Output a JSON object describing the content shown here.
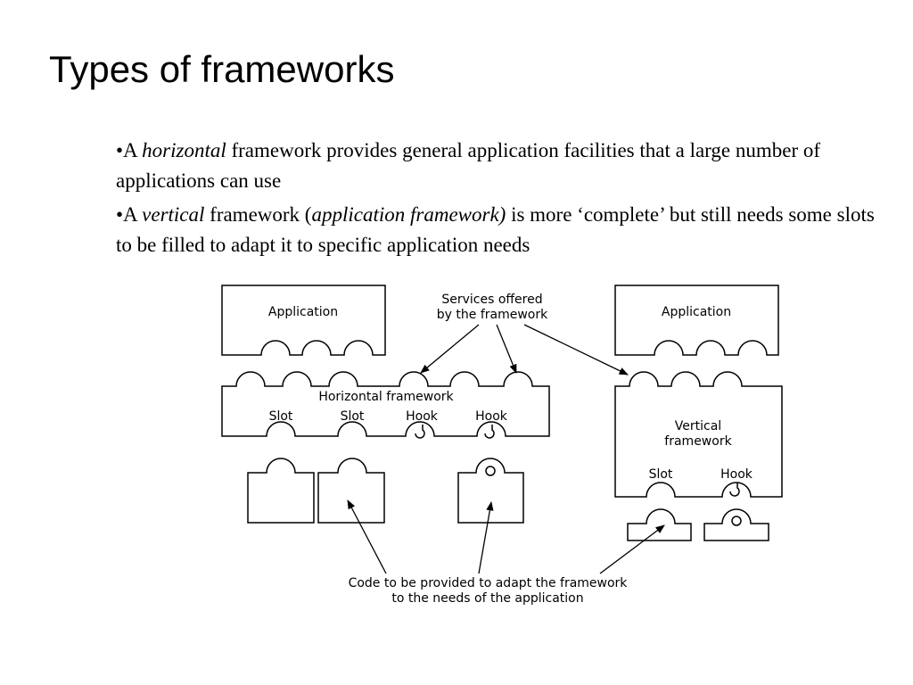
{
  "title": "Types of frameworks",
  "bullets": [
    {
      "marker": "•A ",
      "italic1": "horizontal",
      "text1": " framework provides general application facilities that a large number of applications can use",
      "italic2": "",
      "text2": ""
    },
    {
      "marker": "•A ",
      "italic1": "vertical",
      "text1": " framework (",
      "italic2": "application framework)",
      "text2": " is more ‘complete’ but still needs some slots to be filled to adapt it to specific application needs"
    }
  ],
  "diagram": {
    "app_left": "Application",
    "app_right": "Application",
    "services_line1": "Services offered",
    "services_line2": "by the framework",
    "horizontal_framework": "Horizontal framework",
    "slot1": "Slot",
    "slot2": "Slot",
    "hook1": "Hook",
    "hook2": "Hook",
    "vertical_line1": "Vertical",
    "vertical_line2": "framework",
    "vslot": "Slot",
    "vhook": "Hook",
    "code_line1": "Code to be provided to adapt the framework",
    "code_line2": "to the needs of the application"
  }
}
